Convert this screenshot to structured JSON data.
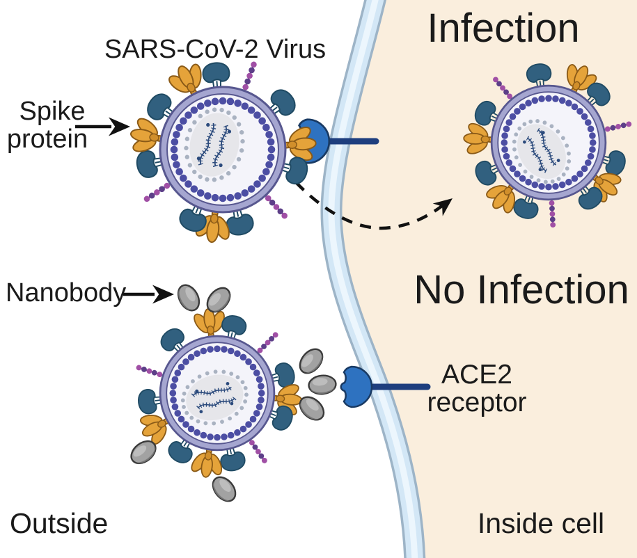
{
  "figure": {
    "title": "SARS-CoV-2 Virus",
    "labels": {
      "spike_line1": "Spike",
      "spike_line2": "protein",
      "nanobody": "Nanobody",
      "outside": "Outside",
      "infection": "Infection",
      "no_infection": "No Infection",
      "ace2_line1": "ACE2",
      "ace2_line2": "receptor",
      "inside_cell": "Inside cell"
    },
    "icons": {
      "virion": "sars-cov-2-virion-icon",
      "spike": "spike-protein-icon",
      "membrane_protein": "membrane-protein-icon",
      "glycan_chain": "glycan-chain-icon",
      "nanobody": "nanobody-icon",
      "ace2": "ace2-receptor-icon",
      "membrane": "cell-membrane",
      "infection_arrow": "dashed-infection-arrow"
    }
  },
  "colors": {
    "background": "#ffffff",
    "cell_interior": "#faeedd",
    "membrane_edge": "#9db4c7",
    "membrane_fill": "#d3e7f6",
    "membrane_highlight": "#ecf6fd",
    "virus_envelope": "#a5a6d0",
    "virus_envelope_outline": "#57578f",
    "virus_interior": "#f4f4fa",
    "capsid_dot": "#4c4ea3",
    "rna_capsule": "#e6e6ea",
    "rna_capsule_dot": "#a9b2c1",
    "rna_strand": "#2b4a7c",
    "spike_protein": "#e5a33a",
    "spike_outline": "#8a5a17",
    "spike_knob": "#d18f2b",
    "membrane_protein": "#31607f",
    "membrane_protein_outline": "#1f4a63",
    "glycan_dark": "#5d3f88",
    "glycan_light": "#a04fa5",
    "ace2_fill": "#2e72c0",
    "ace2_outline": "#193a63",
    "ace2_stem": "#1e3e7e",
    "nanobody_fill": "#a2a2a2",
    "nanobody_shade": "#757575",
    "nanobody_highlight": "#c0c0c0",
    "nanobody_outline": "#3a3a3a",
    "arrow": "#111111",
    "text": "#1a1a1a"
  }
}
